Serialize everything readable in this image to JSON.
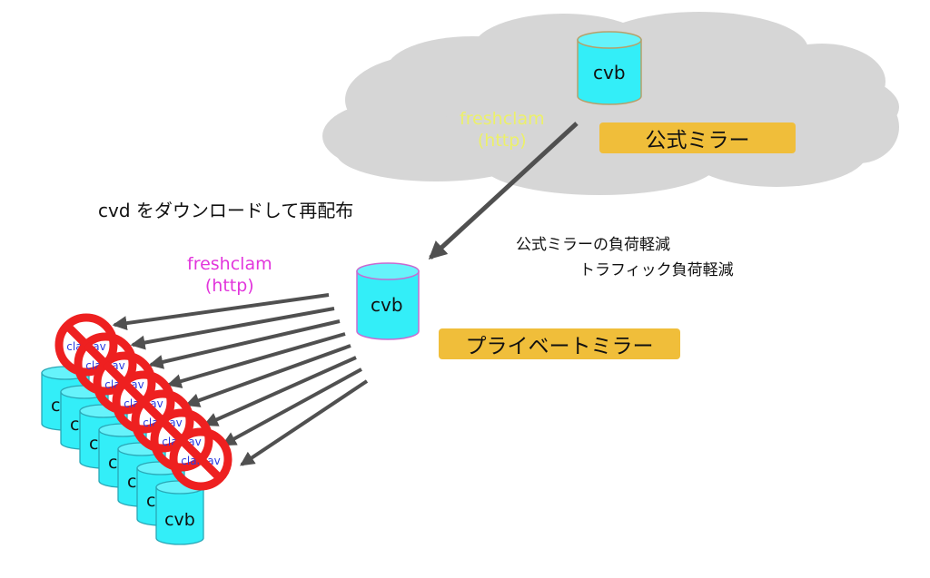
{
  "colors": {
    "cloud": "#d6d6d6",
    "cylinder": "#33eef8",
    "cylinder_top": "#66f3fb",
    "official_cylinder_stroke": "#b6a06a",
    "private_cylinder_stroke": "#c86ad1",
    "client_cylinder_stroke": "#2aa7b6",
    "arrow": "#505050",
    "badge": "#f0be3a",
    "freshclam_official": "#ecf06a",
    "freshclam_private": "#e235dc",
    "prohibited": "#ee2020",
    "clamav_text": "#2b3be0"
  },
  "official": {
    "db_label": "cvb",
    "badge": "公式ミラー",
    "protocol_line1": "freshclam",
    "protocol_line2": "(http)"
  },
  "private": {
    "db_label": "cvb",
    "badge": "プライベートミラー",
    "protocol_line1": "freshclam",
    "protocol_line2": "(http)"
  },
  "notes": {
    "headline": "cvd をダウンロードして再配布",
    "benefit1": "公式ミラーの負荷軽減",
    "benefit2": "トラフィック負荷軽減"
  },
  "clients": {
    "db_label": "cvb",
    "partial_label": "c",
    "blocked_label": "clamav",
    "icon": "prohibited-icon"
  }
}
